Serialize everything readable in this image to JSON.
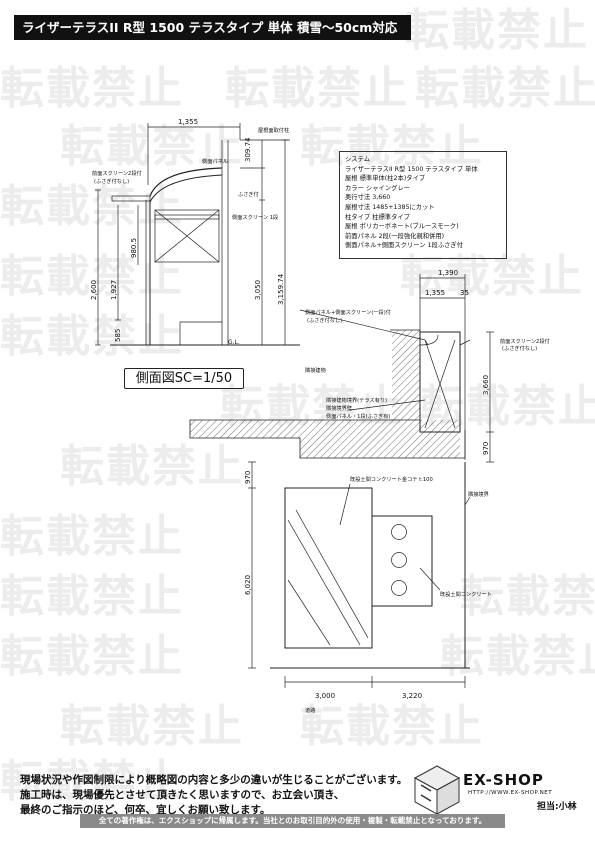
{
  "title": "ライザーテラスII R型 1500 テラスタイプ 単体 積雪～50cm対応",
  "watermark_text": "転載禁止",
  "side_view": {
    "scale_label": "側面図SC=1/50",
    "dims": {
      "top_width": "1,355",
      "roof_height": "309.74",
      "side_height": "980.5",
      "inner_height": "1,927",
      "total_left": "2,600",
      "base": "585",
      "h_right1": "3,050",
      "h_right2": "3,159.74"
    },
    "labels": {
      "roof_top": "屋根面取付柱",
      "side_panel": "側面パネル",
      "front_screen": "前面スクリーン2段付",
      "front_screen_note": "(ふさぎ付なし)",
      "fascia": "ふさぎ付",
      "side_screen": "側面スクリーン 1段",
      "gl": "G.L."
    }
  },
  "spec": {
    "lines": [
      "システム",
      "ライザーテラスII R型 1500 テラスタイプ 単体",
      "屋根 標準単体(柱2本)タイプ",
      "カラー シャイングレー",
      "奥行寸法 3,660",
      "屋根寸法 1485+1385にカット",
      "柱タイプ 柱標準タイプ",
      "屋根 ポリカーボネート(ブルースモーク)",
      "前面パネル 2段(一段強化親和併用)",
      "側面パネル+側面スクリーン 1段ふさぎ付"
    ]
  },
  "plan_view": {
    "dims": {
      "top1": "1,390",
      "top2": "1,355",
      "top3": "35",
      "depth": "3,660",
      "gap": "970",
      "left_gap": "970",
      "height": "6,020",
      "bottom1": "3,000",
      "bottom2": "3,220"
    },
    "labels": {
      "side_panel_screen": "側面パネル+側面スクリーン(一段)付",
      "side_panel_note": "(ふさぎ付なし)",
      "front_screen": "前面スクリーン2段付",
      "front_screen_note": "(ふさぎ付なし)",
      "neighbor_building": "隣接建物",
      "neighbor_fence": "隣接建物境界(テラス有り)",
      "neighbor_fence2": "隣接境界壁",
      "terrace_note": "側面パネル・1段(ふさぎ有)",
      "existing_concrete": "既設土間コンクリート金コテ t:100",
      "boundary_line": "隣接境界",
      "existing_soil": "既設土間コンクリート",
      "road": "道路"
    }
  },
  "notice_lines": [
    "現場状況や作図制限により概略図の内容と多少の違いが生じることがございます。",
    "施工時は、現場優先とさせて頂きたく思いますので、お立会い頂き、",
    "最終のご指示のほど、何卒、宜しくお願い致します。"
  ],
  "logo": {
    "name": "EX-SHOP",
    "url": "HTTP://WWW.EX-SHOP.NET"
  },
  "staff": "担当:小林",
  "footer": "全ての著作権は、エクスショップに帰属します。当社とのお取引目的外の使用・複製・転載禁止となっております。"
}
